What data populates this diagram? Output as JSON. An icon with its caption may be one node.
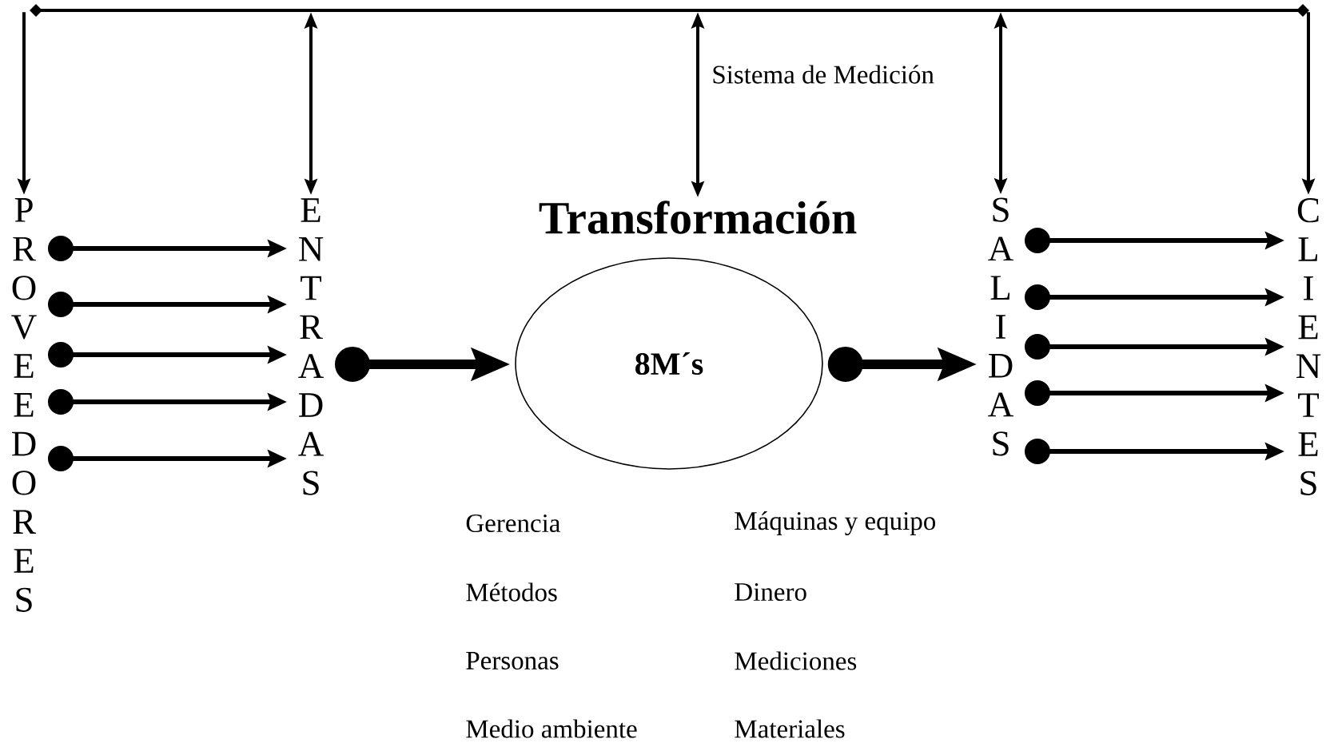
{
  "diagram": {
    "nodes": [
      {
        "text": [],
        "shape": "bar"
      },
      {
        "text": [
          "PROVEEDORES"
        ]
      },
      {
        "text": [
          "ENTRADAS"
        ]
      },
      {
        "text": [
          "Transformación",
          "8M´s"
        ]
      },
      {
        "text": [
          "SALIDAS"
        ]
      },
      {
        "text": [
          "CLIENTES"
        ]
      }
    ],
    "edges": [
      {
        "from": 0,
        "to": 1,
        "arrow": "to"
      },
      {
        "from": 0,
        "to": 2,
        "arrow": "both"
      },
      {
        "from": 0,
        "to": 3,
        "arrow": "both"
      },
      {
        "from": 0,
        "to": 4,
        "arrow": "both"
      },
      {
        "from": 0,
        "to": 5,
        "arrow": "to"
      },
      {
        "from": 1,
        "to": 2,
        "arrow": "to"
      },
      {
        "from": 1,
        "to": 2,
        "arrow": "to"
      },
      {
        "from": 1,
        "to": 2,
        "arrow": "to"
      },
      {
        "from": 1,
        "to": 2,
        "arrow": "to"
      },
      {
        "from": 1,
        "to": 2,
        "arrow": "to"
      },
      {
        "from": 2,
        "to": 3,
        "arrow": "to",
        "style": "thick"
      },
      {
        "from": 3,
        "to": 4,
        "arrow": "to",
        "style": "thick"
      },
      {
        "from": 4,
        "to": 5,
        "arrow": "to"
      },
      {
        "from": 4,
        "to": 5,
        "arrow": "to"
      },
      {
        "from": 4,
        "to": 5,
        "arrow": "to"
      },
      {
        "from": 4,
        "to": 5,
        "arrow": "to"
      },
      {
        "from": 4,
        "to": 5,
        "arrow": "to"
      }
    ],
    "labels": [
      "Sistema de Medición",
      "Gerencia",
      "Máquinas y equipo",
      "Métodos",
      "Dinero",
      "Personas",
      "Mediciones",
      "Medio ambiente",
      "Materiales"
    ]
  }
}
